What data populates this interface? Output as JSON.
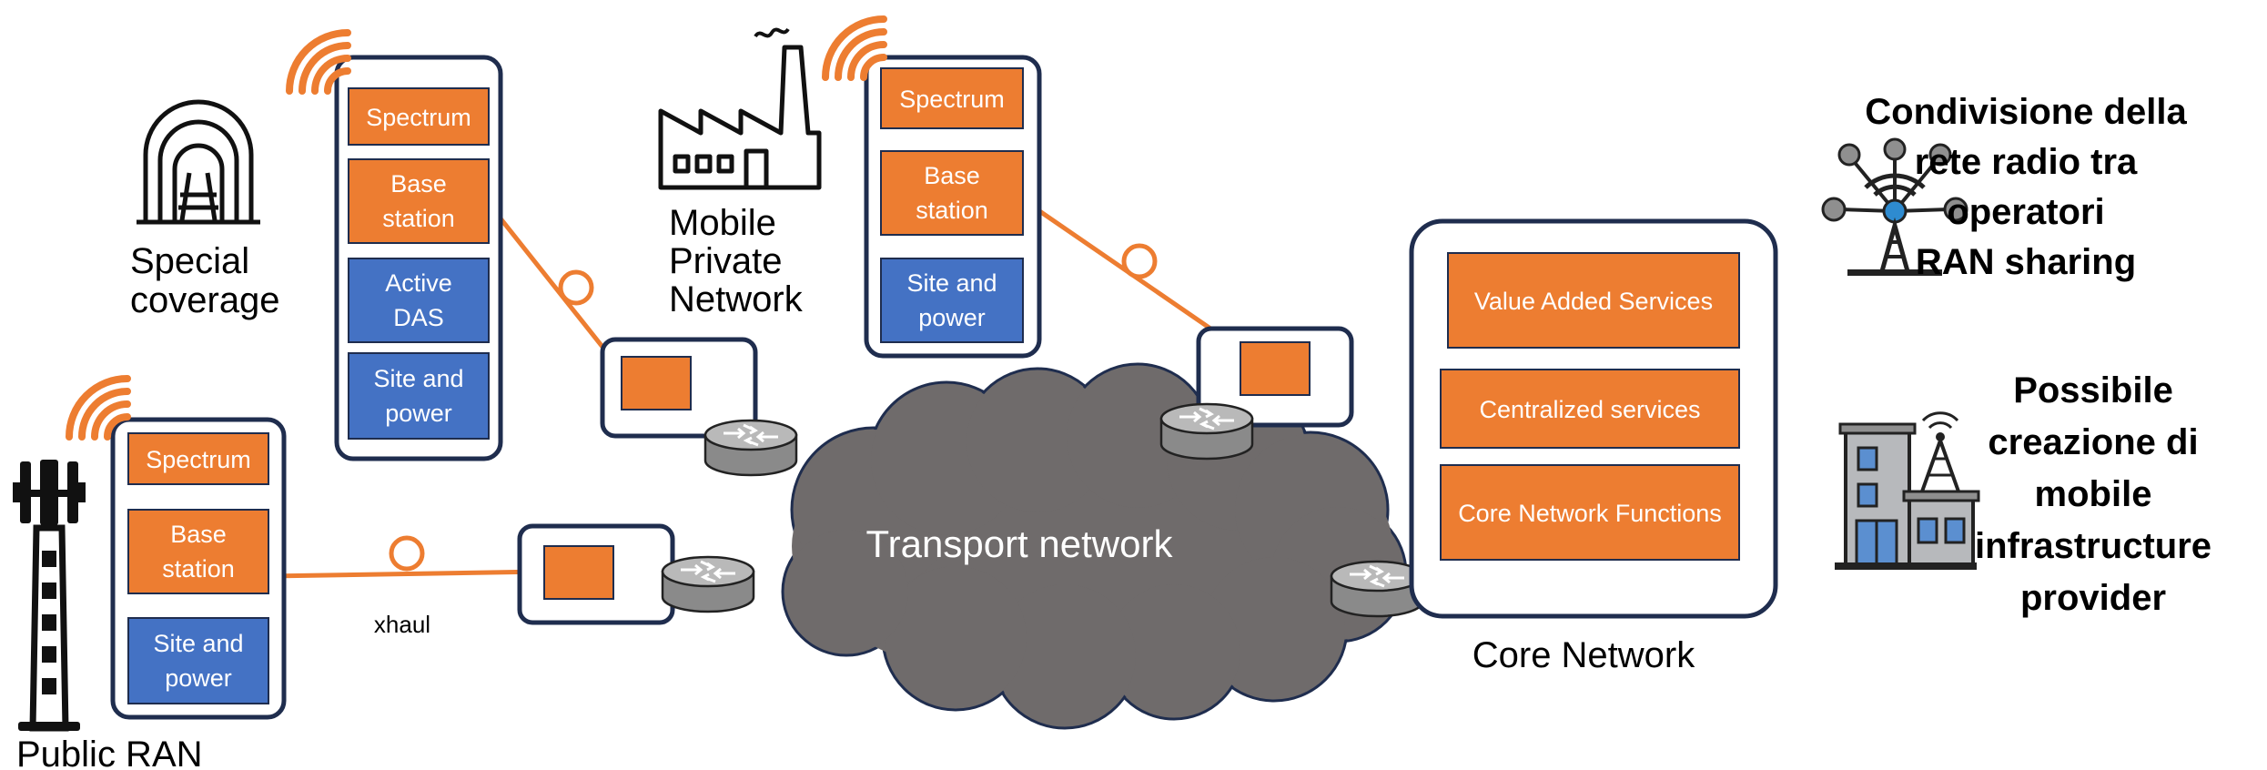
{
  "colors": {
    "orange": "#ED7D31",
    "blue": "#4472C4",
    "navy": "#1F2D4E",
    "cloud": "#6F6B6B",
    "router": "#8A8A8A",
    "icon_blue": "#2E8BD0"
  },
  "public_ran": {
    "caption": "Public RAN",
    "blocks": [
      "Spectrum",
      "Base station",
      "Site and power"
    ],
    "link_label": "xhaul"
  },
  "special_coverage": {
    "caption_line1": "Special",
    "caption_line2": "coverage",
    "blocks": [
      "Spectrum",
      "Base station",
      "Active DAS",
      "Site and power"
    ]
  },
  "mobile_private": {
    "caption_line1": "Mobile",
    "caption_line2": "Private",
    "caption_line3": "Network",
    "blocks": [
      "Spectrum",
      "Base station",
      "Site and power"
    ]
  },
  "transport": {
    "label": "Transport network"
  },
  "core": {
    "caption": "Core Network",
    "blocks": [
      "Value Added Services",
      "Centralized services",
      "Core Network Functions"
    ]
  },
  "ran_sharing": {
    "line1": "Condivisione della",
    "line2": "rete radio tra",
    "line3": "operatori",
    "line4": "RAN sharing"
  },
  "infra_provider": {
    "line1": "Possibile",
    "line2": "creazione di",
    "line3": "mobile",
    "line4": "infrastructure",
    "line5": "provider"
  },
  "icons": [
    "cell-tower-icon",
    "tunnel-icon",
    "factory-icon",
    "wifi-signal-icon",
    "router-icon",
    "antenna-sharing-icon",
    "building-tower-icon"
  ]
}
